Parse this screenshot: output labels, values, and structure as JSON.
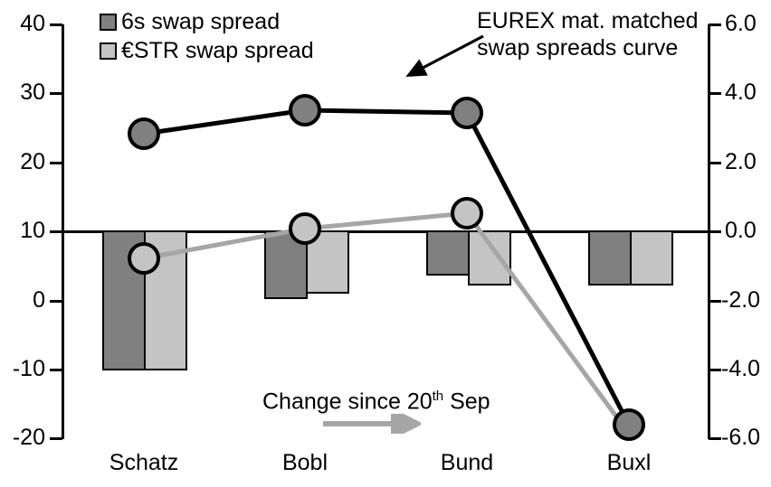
{
  "chart_data": {
    "type": "bar",
    "title": "",
    "categories": [
      "Schatz",
      "Bobl",
      "Bund",
      "Buxl"
    ],
    "series": [
      {
        "name": "6s swap spread",
        "type": "bar",
        "axis": "right",
        "color": "#808080",
        "values": [
          -4.05,
          -1.95,
          -1.25,
          -1.55
        ]
      },
      {
        "name": "€STR swap spread",
        "type": "bar",
        "axis": "right",
        "color": "#c4c4c4",
        "values": [
          -4.05,
          -1.8,
          -1.55,
          -1.55
        ]
      },
      {
        "name": "EUREX mat. matched swap spreads curve",
        "type": "line",
        "axis": "left",
        "color": "#000000",
        "values": [
          24.5,
          27.9,
          27.3,
          -18.1
        ]
      },
      {
        "name": "Change since 20th Sep",
        "type": "line",
        "axis": "right",
        "color": "#a6a6a6",
        "values": [
          -0.8,
          0.05,
          0.55,
          -5.9
        ]
      }
    ],
    "left_axis": {
      "ticks": [
        40,
        30,
        20,
        10,
        0,
        -10,
        -20
      ],
      "tick_labels": [
        "40",
        "30",
        "20",
        "10",
        "0",
        "-10",
        "-20"
      ],
      "ylim": [
        -20,
        40
      ],
      "label": ""
    },
    "right_axis": {
      "ticks": [
        6.0,
        4.0,
        2.0,
        0.0,
        -2.0,
        -4.0,
        -6.0
      ],
      "tick_labels": [
        "6.0",
        "4.0",
        "2.0",
        "0.0",
        "-2.0",
        "-4.0",
        "-6.0"
      ],
      "ylim": [
        -6.0,
        6.0
      ],
      "label": ""
    },
    "grid": false,
    "legend_position": "top-left",
    "xlabel": "",
    "ylabel": ""
  },
  "legend": {
    "items": [
      {
        "label": "6s swap spread",
        "swatch": "dark"
      },
      {
        "label": "€STR swap spread",
        "swatch": "light"
      }
    ]
  },
  "annotations": {
    "callout_line1": "EUREX mat. matched",
    "callout_line2": "swap spreads curve",
    "footnote_prefix": "Change since 20",
    "footnote_sup": "th",
    "footnote_suffix": " Sep"
  },
  "axis_left": {
    "t0": "40",
    "t1": "30",
    "t2": "20",
    "t3": "10",
    "t4": "0",
    "t5": "-10",
    "t6": "-20"
  },
  "axis_right": {
    "t0": "6.0",
    "t1": "4.0",
    "t2": "2.0",
    "t3": "0.0",
    "t4": "-2.0",
    "t5": "-4.0",
    "t6": "-6.0"
  },
  "categories": {
    "c0": "Schatz",
    "c1": "Bobl",
    "c2": "Bund",
    "c3": "Buxl"
  },
  "colors": {
    "dark_bar": "#808080",
    "light_bar": "#c4c4c4",
    "black_line": "#000000",
    "gray_line": "#a6a6a6"
  }
}
